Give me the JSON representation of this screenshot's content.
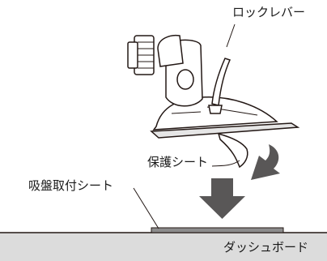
{
  "labels": {
    "lock_lever": "ロックレバー",
    "protective_sheet": "保護シート",
    "suction_sheet": "吸盤取付シート",
    "dashboard": "ダッシュボード"
  },
  "colors": {
    "line": "#231815",
    "arrow": "#595757",
    "dashboard_fill": "#dcdcdc",
    "sheet_fill": "#8c8c8c"
  }
}
